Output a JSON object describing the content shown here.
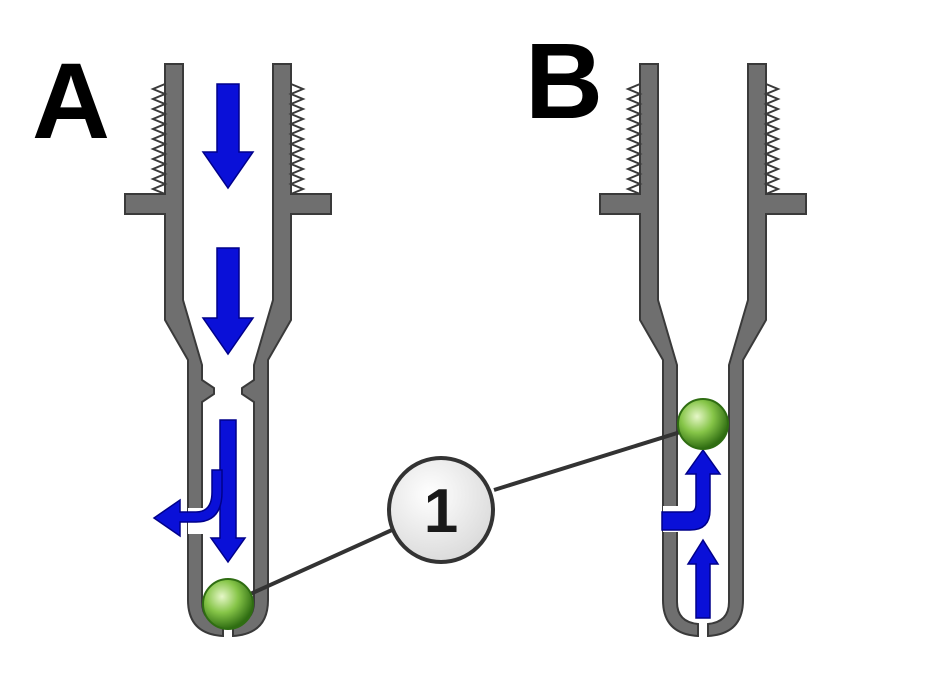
{
  "labels": {
    "panel_a": "A",
    "panel_b": "B",
    "callout": "1"
  },
  "colors": {
    "wall_fill": "#6f6f6f",
    "wall_stroke": "#3a3a3a",
    "arrow": "#0a10d8",
    "arrow_stroke": "#00008a",
    "ball_light": "#e6f7c8",
    "ball_mid": "#86c548",
    "ball_dark": "#2f6d12",
    "callout_fill": "#efefef",
    "callout_stroke": "#333333",
    "leader": "#333333"
  },
  "icons": {
    "flow": "arrow-icon",
    "ball": "check-ball-icon"
  }
}
